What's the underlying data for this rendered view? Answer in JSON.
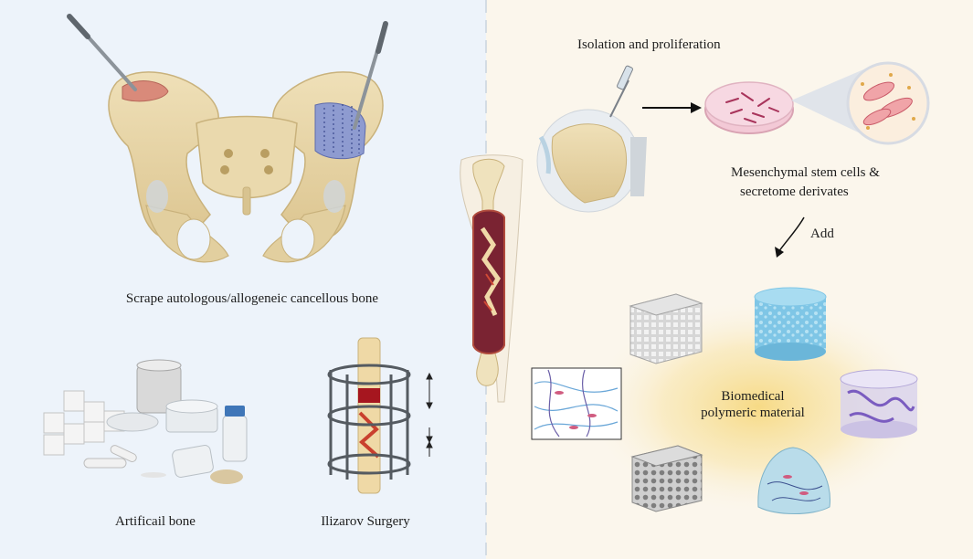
{
  "labels": {
    "scrape_bone": "Scrape autologous/allogeneic cancellous bone",
    "artificial_bone": "Artificail bone",
    "ilizarov": "Ilizarov Surgery",
    "isolation": "Isolation and proliferation",
    "msc_line1": "Mesenchymal stem cells &",
    "msc_line2": "secretome derivates",
    "add": "Add",
    "biomedical_line1": "Biomedical",
    "biomedical_line2": "polymeric material"
  },
  "colors": {
    "left_background": "#edf3fa",
    "right_background": "#fbf6ec",
    "bone": "#e8d7ac",
    "graft_site": "#d98a7a",
    "scraped_area": "#8e9bd0",
    "cells": "#c2486e",
    "glow": "#f6d77a"
  }
}
